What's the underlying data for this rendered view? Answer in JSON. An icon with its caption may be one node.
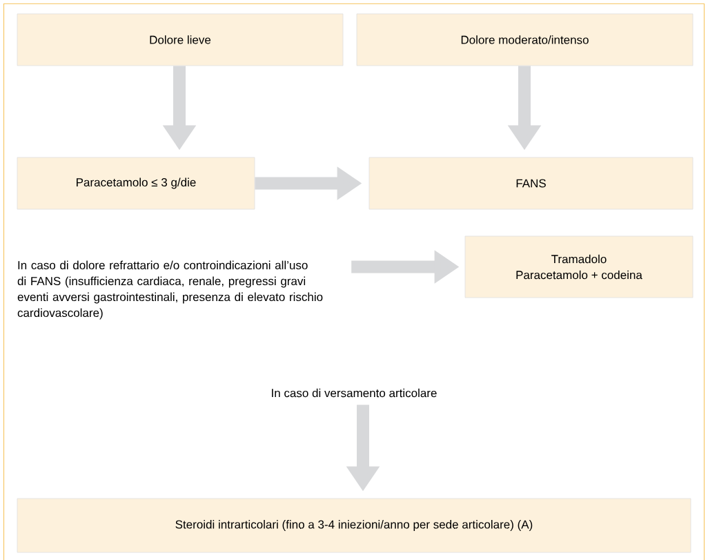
{
  "diagram": {
    "nodes": [
      {
        "text": [
          "Dolore lieve"
        ]
      },
      {
        "text": [
          "Dolore moderato/intenso"
        ]
      },
      {
        "text": [
          "Paracetamolo ≤ 3 g/die"
        ]
      },
      {
        "text": [
          "FANS"
        ]
      },
      {
        "text": [
          "In caso di dolore refrattario e/o controindicazioni all’uso di FANS (insufficienza cardiaca, renale, pregressi gravi eventi avversi gastrointestinali, presenza di elevato rischio cardiovascolare)"
        ]
      },
      {
        "text": [
          "Tramadolo",
          "Paracetamolo + codeina"
        ]
      },
      {
        "text": [
          "In caso di versamento articolare"
        ]
      },
      {
        "text": [
          "Steroidi intrarticolari (fino a 3-4 iniezioni/anno per sede articolare) (A)"
        ]
      }
    ],
    "edges": [
      {
        "from": 0,
        "to": 2,
        "arrow": "to"
      },
      {
        "from": 1,
        "to": 3,
        "arrow": "to"
      },
      {
        "from": 2,
        "to": 3,
        "arrow": "to"
      },
      {
        "from": 4,
        "to": 5,
        "arrow": "to"
      },
      {
        "from": 6,
        "to": 7,
        "arrow": "to"
      }
    ]
  }
}
